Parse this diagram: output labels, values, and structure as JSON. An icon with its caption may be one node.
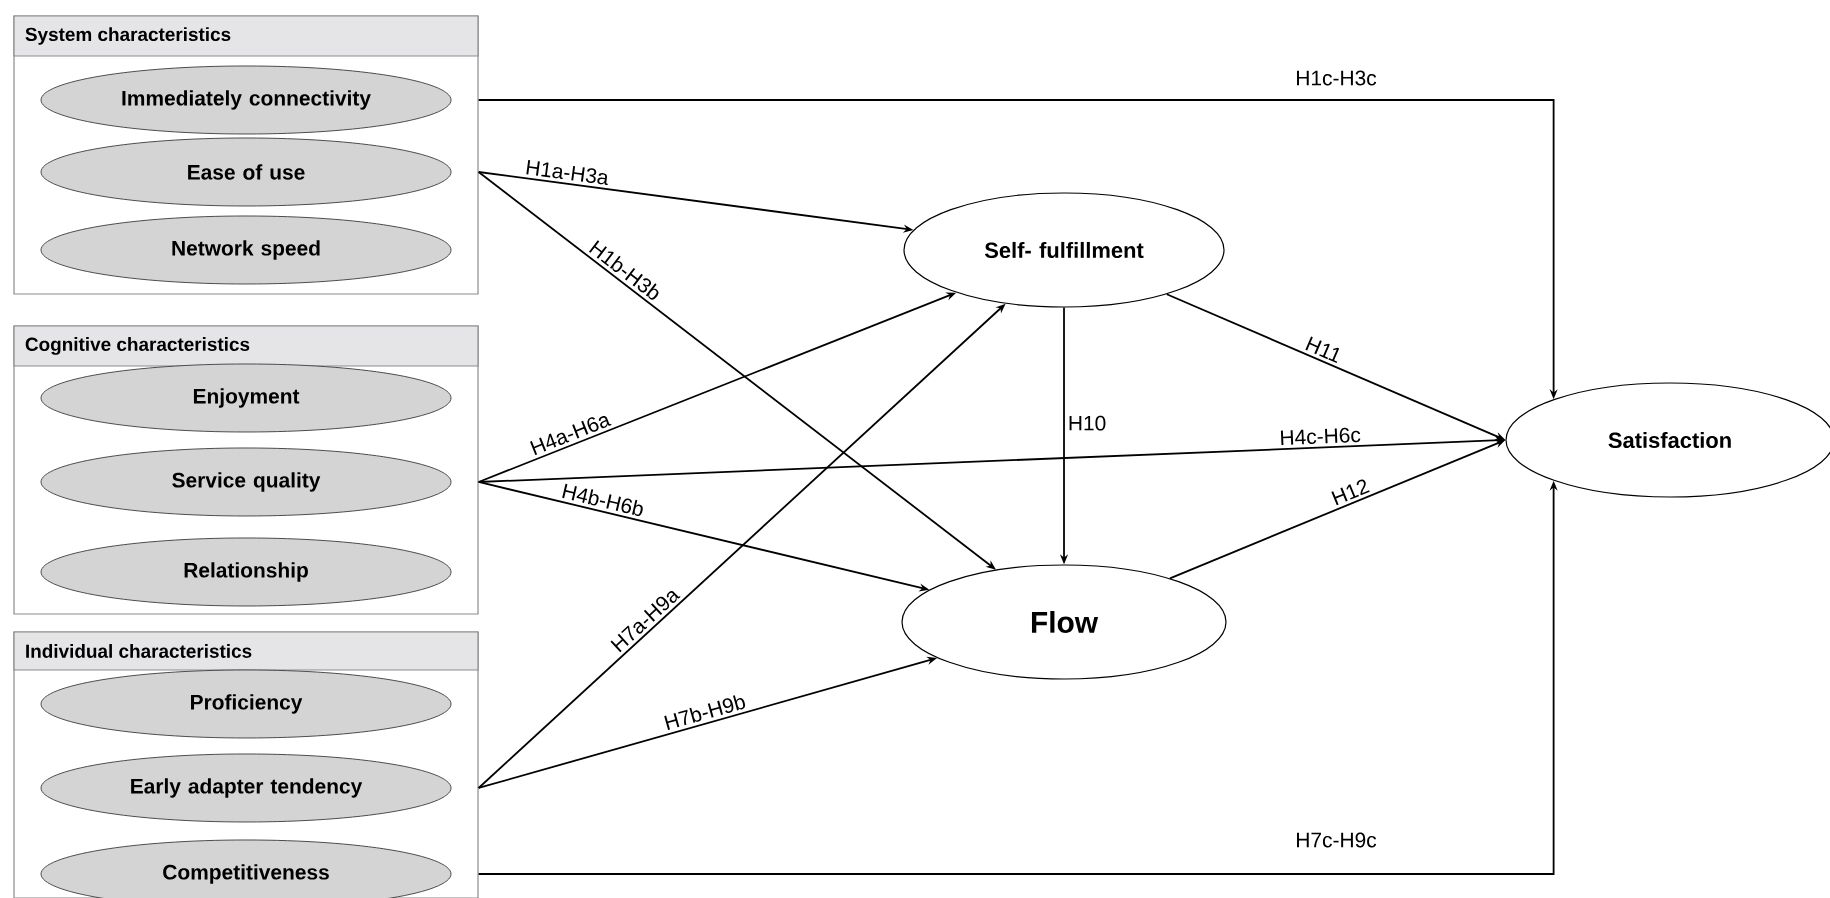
{
  "diagram": {
    "nodes": [
      {
        "text": [
          "System characteristics"
        ]
      },
      {
        "text": [
          "Immediately connectivity"
        ],
        "in": 0
      },
      {
        "text": [
          "Ease of use"
        ],
        "in": 0
      },
      {
        "text": [
          "Network speed"
        ],
        "in": 0
      },
      {
        "text": [
          "Cognitive characteristics"
        ]
      },
      {
        "text": [
          "Enjoyment"
        ],
        "in": 4
      },
      {
        "text": [
          "Service quality"
        ],
        "in": 4
      },
      {
        "text": [
          "Relationship"
        ],
        "in": 4
      },
      {
        "text": [
          "Individual characteristics"
        ]
      },
      {
        "text": [
          "Proficiency"
        ],
        "in": 8
      },
      {
        "text": [
          "Early adapter tendency"
        ],
        "in": 8
      },
      {
        "text": [
          "Competitiveness"
        ],
        "in": 8
      },
      {
        "text": [
          "Self- fulfillment"
        ]
      },
      {
        "text": [
          "Flow"
        ]
      },
      {
        "text": [
          "Satisfaction"
        ]
      }
    ],
    "edges": [
      {
        "from": 0,
        "to": 14,
        "arrow": "to",
        "label": "H1c-H3c"
      },
      {
        "from": 0,
        "to": 12,
        "arrow": "to",
        "label": "H1a-H3a"
      },
      {
        "from": 0,
        "to": 13,
        "arrow": "to",
        "label": "H1b-H3b"
      },
      {
        "from": 4,
        "to": 12,
        "arrow": "to",
        "label": "H4a-H6a"
      },
      {
        "from": 4,
        "to": 14,
        "arrow": "to",
        "label": "H4c-H6c"
      },
      {
        "from": 4,
        "to": 13,
        "arrow": "to",
        "label": "H4b-H6b"
      },
      {
        "from": 8,
        "to": 12,
        "arrow": "to",
        "label": "H7a-H9a"
      },
      {
        "from": 8,
        "to": 13,
        "arrow": "to",
        "label": "H7b-H9b"
      },
      {
        "from": 8,
        "to": 14,
        "arrow": "to",
        "label": "H7c-H9c"
      },
      {
        "from": 12,
        "to": 13,
        "arrow": "to",
        "label": "H10"
      },
      {
        "from": 12,
        "to": 14,
        "arrow": "to",
        "label": "H11"
      },
      {
        "from": 13,
        "to": 14,
        "arrow": "to",
        "label": "H12"
      }
    ]
  }
}
